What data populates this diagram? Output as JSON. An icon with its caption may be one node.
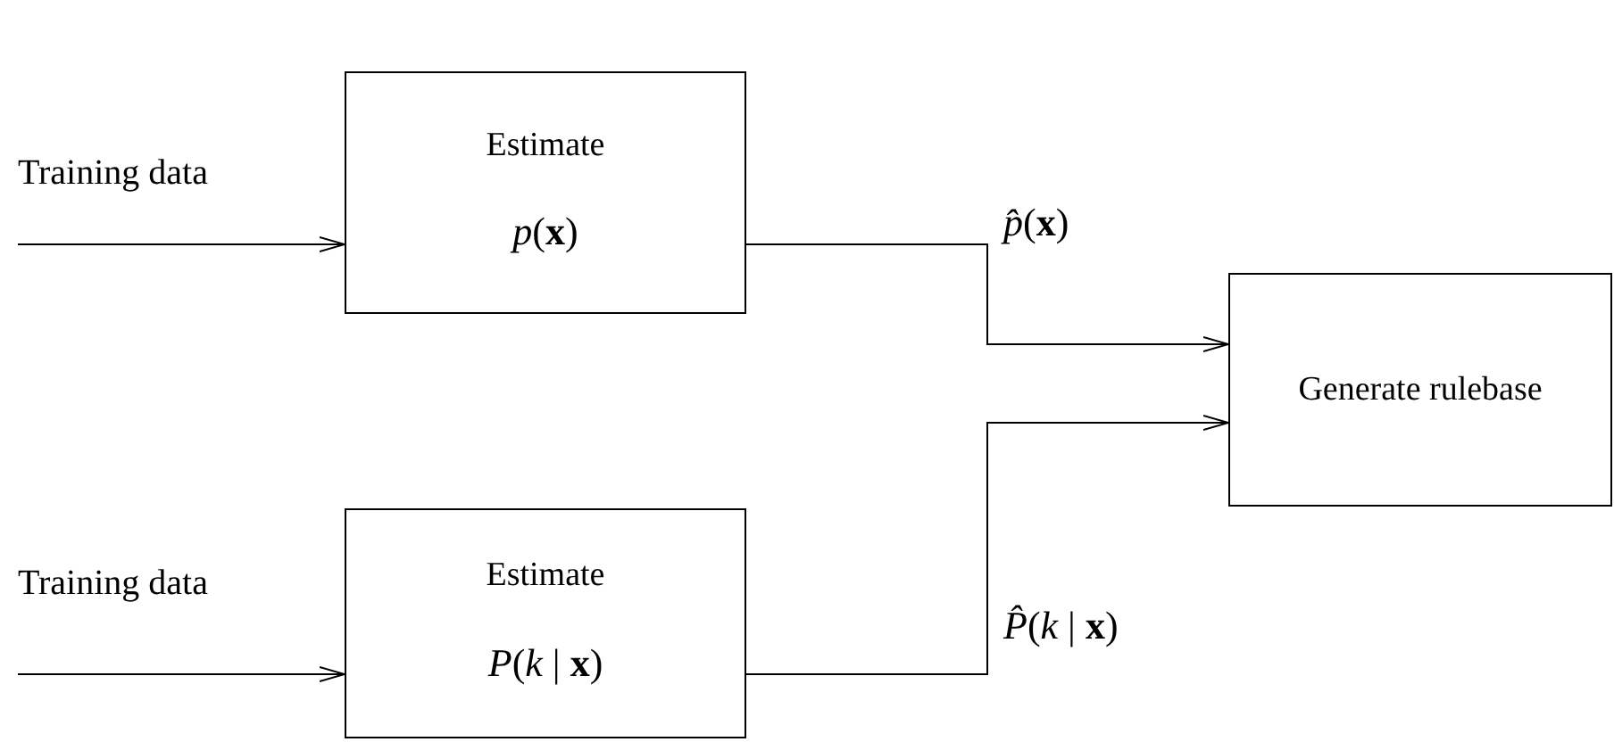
{
  "diagram": {
    "nodes": [
      {
        "text": [
          "Estimate",
          "*p*(**x**)"
        ]
      },
      {
        "text": [
          "Estimate",
          "*P*(*k* | **x**)"
        ]
      },
      {
        "text": [
          "Generate rulebase"
        ]
      }
    ],
    "edges": [
      {
        "from": null,
        "to": 0,
        "arrow": "to",
        "label": "Training data"
      },
      {
        "from": null,
        "to": 1,
        "arrow": "to",
        "label": "Training data"
      },
      {
        "from": 0,
        "to": 2,
        "arrow": "to",
        "label": "*p̂*(**x**)"
      },
      {
        "from": 1,
        "to": 2,
        "arrow": "to",
        "label": "*P̂*(*k* | **x**)"
      }
    ]
  }
}
